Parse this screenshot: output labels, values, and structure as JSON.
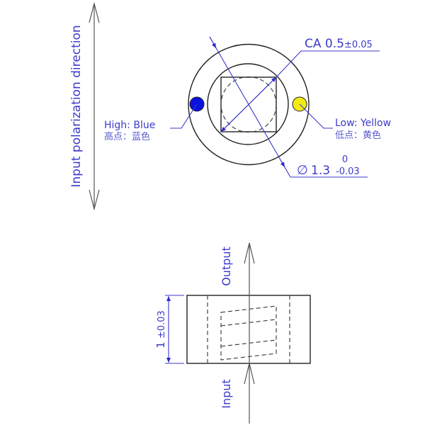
{
  "top_view": {
    "polarization_label": "Input polarization direction",
    "clear_aperture": {
      "label": "CA 0.5",
      "tolerance": "±0.05"
    },
    "diameter": {
      "symbol": "∅",
      "value": "1.3",
      "upper_tol": "0",
      "lower_tol": "-0.03"
    },
    "high_marker": {
      "label_en": "High: Blue",
      "label_cn": "高点：蓝色",
      "color": "#0b12e0"
    },
    "low_marker": {
      "label_en": "Low: Yellow",
      "label_cn": "低点：黄色",
      "color": "#f2ea14"
    }
  },
  "side_view": {
    "output_label": "Output",
    "input_label": "Input",
    "thickness": {
      "value": "1",
      "tolerance": "±0.03"
    }
  },
  "colors": {
    "annotation": "#3a3acc",
    "geometry": "#222222"
  }
}
